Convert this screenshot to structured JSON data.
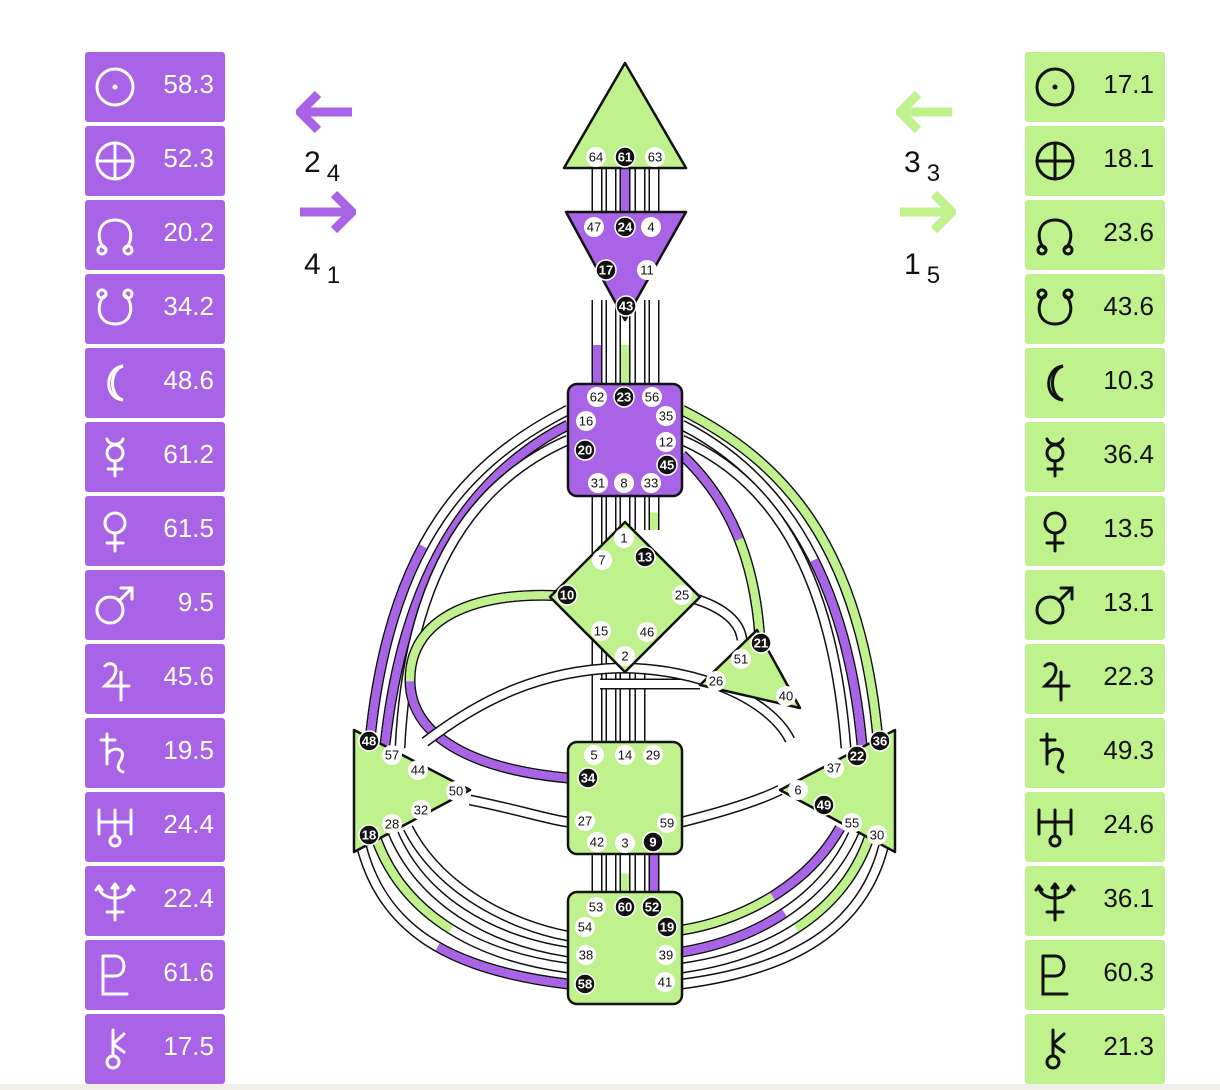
{
  "left_column": {
    "color": "#a963e6",
    "rows": [
      {
        "icon": "sun-icon",
        "value": "58.3"
      },
      {
        "icon": "earth-icon",
        "value": "52.3"
      },
      {
        "icon": "north-node-icon",
        "value": "20.2"
      },
      {
        "icon": "south-node-icon",
        "value": "34.2"
      },
      {
        "icon": "moon-icon",
        "value": "48.6"
      },
      {
        "icon": "mercury-icon",
        "value": "61.2"
      },
      {
        "icon": "venus-icon",
        "value": "61.5"
      },
      {
        "icon": "mars-icon",
        "value": "9.5"
      },
      {
        "icon": "jupiter-icon",
        "value": "45.6"
      },
      {
        "icon": "saturn-icon",
        "value": "19.5"
      },
      {
        "icon": "uranus-icon",
        "value": "24.4"
      },
      {
        "icon": "neptune-icon",
        "value": "22.4"
      },
      {
        "icon": "pluto-icon",
        "value": "61.6"
      },
      {
        "icon": "chiron-icon",
        "value": "17.5"
      }
    ]
  },
  "right_column": {
    "color": "#bff28c",
    "rows": [
      {
        "icon": "sun-icon",
        "value": "17.1"
      },
      {
        "icon": "earth-icon",
        "value": "18.1"
      },
      {
        "icon": "north-node-icon",
        "value": "23.6"
      },
      {
        "icon": "south-node-icon",
        "value": "43.6"
      },
      {
        "icon": "moon-icon",
        "value": "10.3"
      },
      {
        "icon": "mercury-icon",
        "value": "36.4"
      },
      {
        "icon": "venus-icon",
        "value": "13.5"
      },
      {
        "icon": "mars-icon",
        "value": "13.1"
      },
      {
        "icon": "jupiter-icon",
        "value": "22.3"
      },
      {
        "icon": "saturn-icon",
        "value": "49.3"
      },
      {
        "icon": "uranus-icon",
        "value": "24.6"
      },
      {
        "icon": "neptune-icon",
        "value": "36.1"
      },
      {
        "icon": "pluto-icon",
        "value": "60.3"
      },
      {
        "icon": "chiron-icon",
        "value": "21.3"
      }
    ]
  },
  "arrows": {
    "left": {
      "top": {
        "icon": "arrow-left-icon",
        "main": "2",
        "sub": "4"
      },
      "bottom": {
        "icon": "arrow-right-icon",
        "main": "4",
        "sub": "1"
      }
    },
    "right": {
      "top": {
        "icon": "arrow-left-icon",
        "main": "3",
        "sub": "3"
      },
      "bottom": {
        "icon": "arrow-right-icon",
        "main": "1",
        "sub": "5"
      }
    }
  },
  "colors": {
    "purple": "#a963e6",
    "green": "#bff28c",
    "white": "#ffffff",
    "outline": "#111111",
    "defined_gate": "#111111"
  },
  "bodygraph": {
    "centers": {
      "head": {
        "color": "green",
        "gates": [
          "64",
          "61",
          "63"
        ]
      },
      "ajna": {
        "color": "purple",
        "gates": [
          "47",
          "24",
          "4",
          "17",
          "11",
          "43"
        ]
      },
      "throat": {
        "color": "purple",
        "gates": [
          "62",
          "23",
          "56",
          "16",
          "35",
          "20",
          "12",
          "45",
          "31",
          "8",
          "33"
        ]
      },
      "g": {
        "color": "green",
        "gates": [
          "1",
          "13",
          "7",
          "10",
          "25",
          "15",
          "46",
          "2"
        ]
      },
      "heart": {
        "color": "green",
        "gates": [
          "21",
          "51",
          "26",
          "40"
        ]
      },
      "spleen": {
        "color": "green",
        "gates": [
          "48",
          "57",
          "44",
          "50",
          "32",
          "28",
          "18"
        ]
      },
      "sacral": {
        "color": "green",
        "gates": [
          "5",
          "14",
          "29",
          "34",
          "27",
          "59",
          "42",
          "3",
          "9"
        ]
      },
      "solar_plexus": {
        "color": "green",
        "gates": [
          "36",
          "22",
          "37",
          "6",
          "49",
          "55",
          "30"
        ]
      },
      "root": {
        "color": "green",
        "gates": [
          "53",
          "60",
          "52",
          "54",
          "19",
          "38",
          "39",
          "58",
          "41"
        ]
      }
    },
    "defined_gates": [
      "61",
      "24",
      "17",
      "43",
      "23",
      "20",
      "45",
      "13",
      "10",
      "21",
      "48",
      "18",
      "34",
      "9",
      "22",
      "36",
      "49",
      "60",
      "52",
      "19",
      "58"
    ]
  }
}
